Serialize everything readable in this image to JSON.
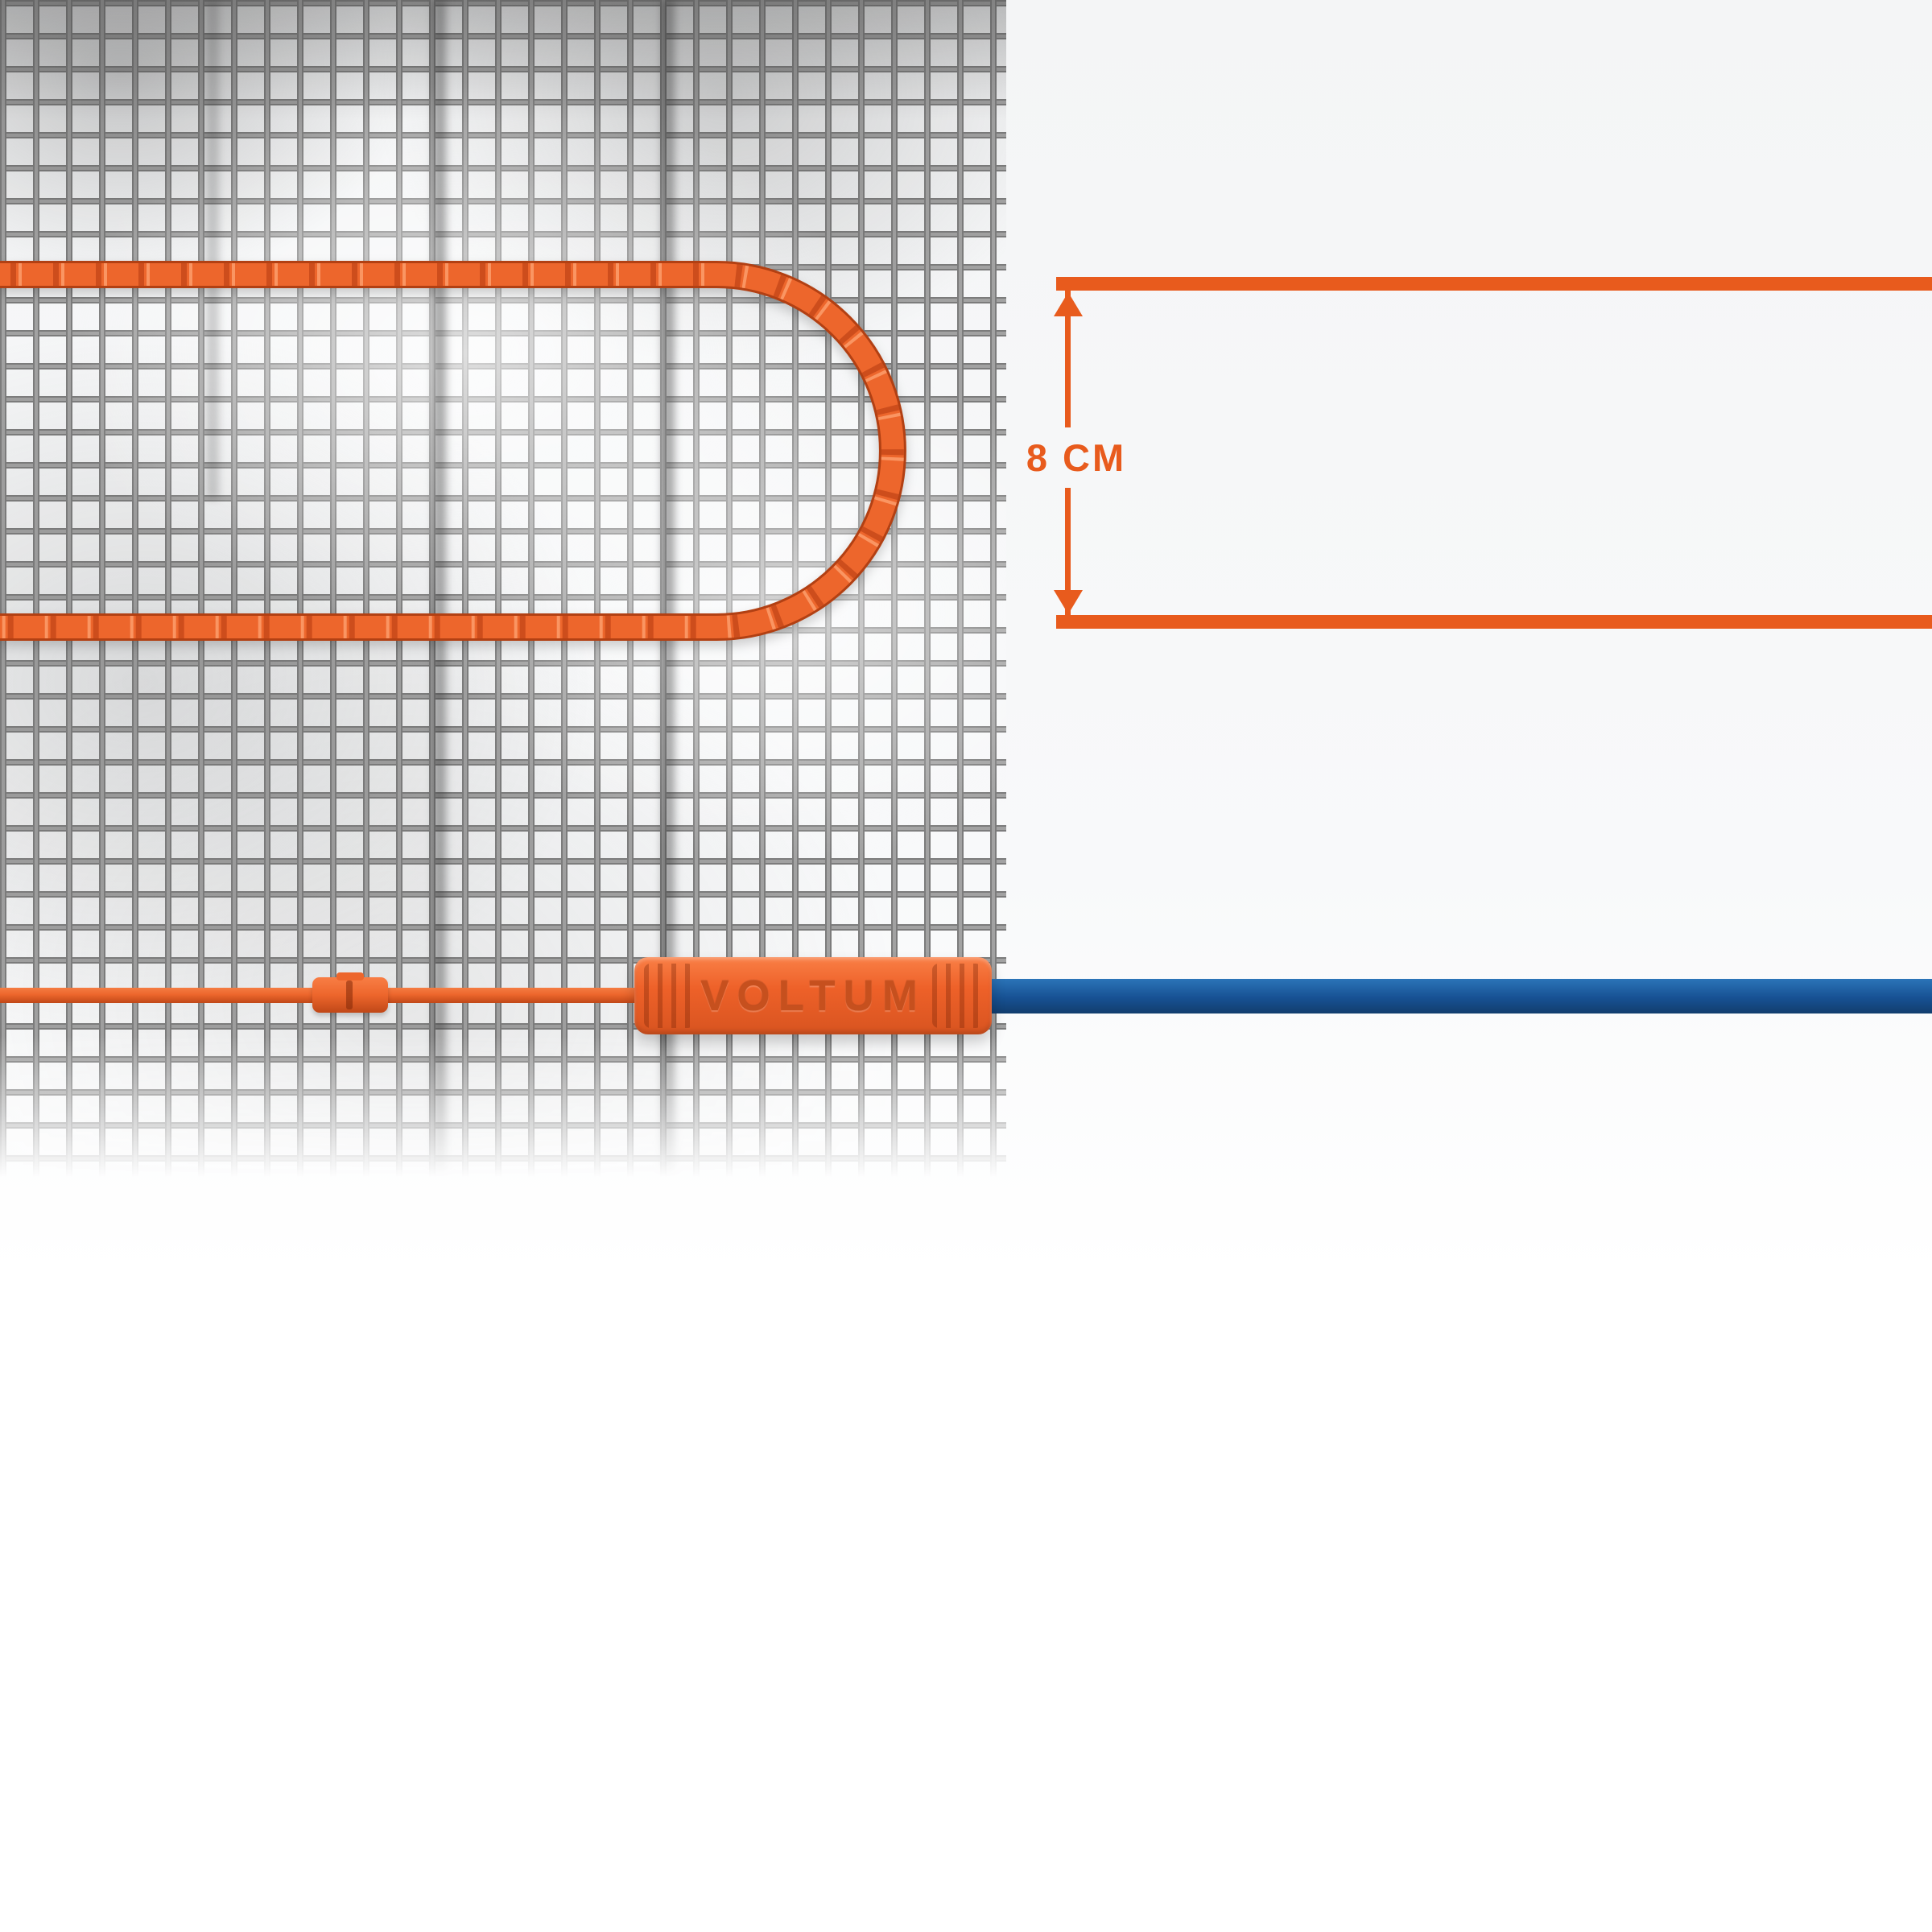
{
  "diagram": {
    "type": "heating-mat-cable-spacing-diagram",
    "dimension": {
      "label": "8 CM"
    },
    "connector": {
      "brand": "VOLTUM"
    }
  },
  "colors": {
    "cable_orange": "#ED662C",
    "cable_orange_dark": "#C04818",
    "cable_outline": "#B24013",
    "connector_orange": "#EE6129",
    "connector_text_orange": "#C6501E",
    "cold_lead_blue": "#175193",
    "cold_lead_blue_dark": "#123E6E",
    "cold_lead_blue_light": "#2B74B8",
    "mesh_wire_gray": "#8F8F8F",
    "dimension_orange": "#E85B1D",
    "background_light": "#F6F7F8"
  }
}
